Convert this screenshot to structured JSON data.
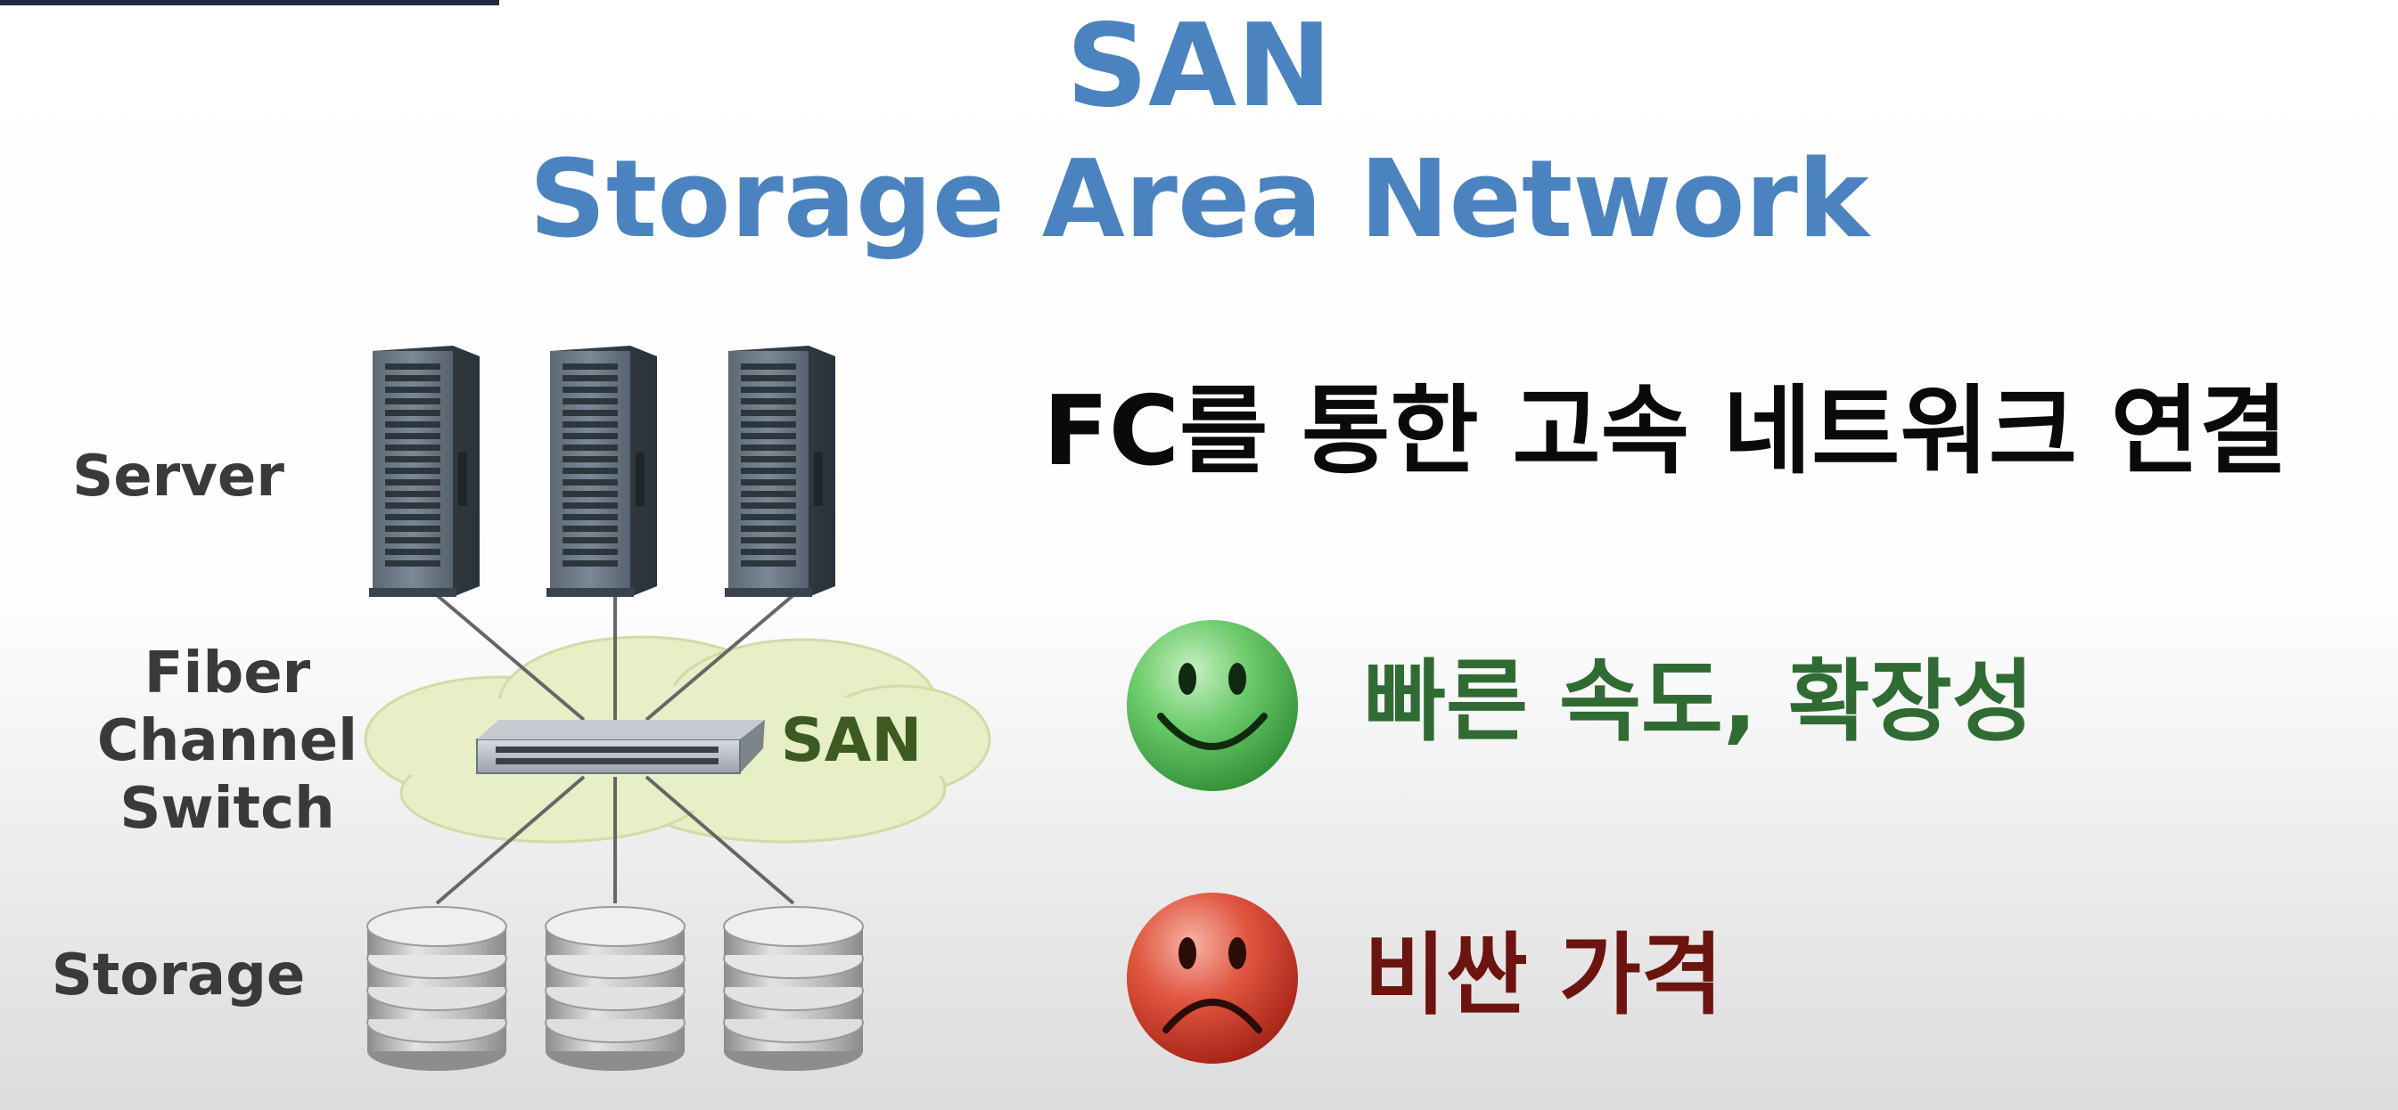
{
  "title": {
    "main": "SAN",
    "sub": "Storage Area Network",
    "color": "#4a83c0"
  },
  "diagram": {
    "server_label": "Server",
    "switch_label_lines": [
      "Fiber",
      "Channel",
      "Switch"
    ],
    "storage_label": "Storage",
    "cloud_label": "SAN",
    "cloud_label_color": "#3d5a23",
    "server_count": 3,
    "storage_count": 3,
    "icons": [
      "tower-server-icon",
      "network-switch-icon",
      "cloud-icon",
      "storage-disk-stack-icon"
    ]
  },
  "headline": "FC를 통한 고속 네트워크 연결",
  "pros": {
    "text": "빠른 속도, 확장성",
    "color": "#2f6b33",
    "icon": "smiley-face-icon"
  },
  "cons": {
    "text": "비싼 가격",
    "color": "#6b1410",
    "icon": "frowning-face-icon"
  },
  "top_strip_color": "#1e2b45"
}
